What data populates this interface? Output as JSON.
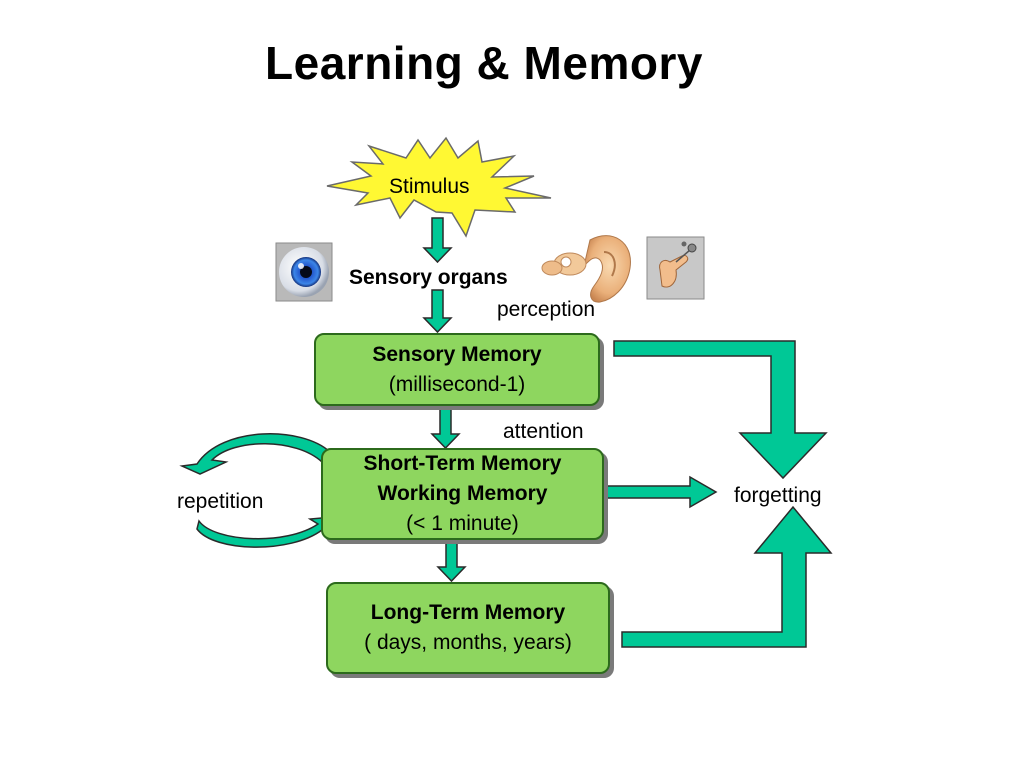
{
  "title": "Learning & Memory",
  "stimulus": "Stimulus",
  "sensory_organs": "Sensory organs",
  "perception": "perception",
  "attention": "attention",
  "repetition": "repetition",
  "forgetting": "forgetting",
  "boxes": {
    "sensory_memory": {
      "title": "Sensory Memory",
      "detail": "(millisecond-1)"
    },
    "short_term": {
      "title1": "Short-Term Memory",
      "title2": "Working Memory",
      "detail": "(< 1 minute)"
    },
    "long_term": {
      "title": "Long-Term Memory",
      "detail": "( days, months, years)"
    }
  },
  "colors": {
    "arrow_fill": "#00c896",
    "arrow_stroke": "#2a2a2a",
    "box_fill": "#8ed65f",
    "box_border": "#2c6a1c",
    "star_fill": "#fff833",
    "star_stroke": "#6a6a6a"
  },
  "icons": [
    "eye-icon",
    "ear-icon",
    "touch-hand-icon"
  ]
}
